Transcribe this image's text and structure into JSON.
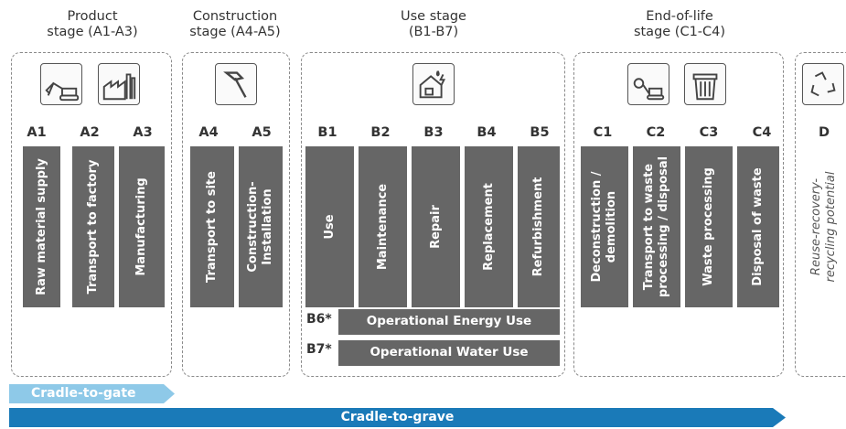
{
  "stages": {
    "product": {
      "title_line1": "Product",
      "title_line2": "stage (A1-A3)"
    },
    "construction": {
      "title_line1": "Construction",
      "title_line2": "stage (A4-A5)"
    },
    "use": {
      "title_line1": "Use stage",
      "title_line2": "(B1-B7)"
    },
    "end_of_life": {
      "title_line1": "End-of-life",
      "title_line2": "stage (C1-C4)"
    }
  },
  "icons": [
    "excavator-icon",
    "factory-icon",
    "hammer-icon",
    "house-icon",
    "digger-icon",
    "trash-bin-icon",
    "recycle-icon"
  ],
  "modules": [
    {
      "code": "A1",
      "label": "Raw material supply"
    },
    {
      "code": "A2",
      "label": "Transport to factory"
    },
    {
      "code": "A3",
      "label": "Manufacturing"
    },
    {
      "code": "A4",
      "label": "Transport to site"
    },
    {
      "code": "A5",
      "label": "Construction-\nInstallation"
    },
    {
      "code": "B1",
      "label": "Use"
    },
    {
      "code": "B2",
      "label": "Maintenance"
    },
    {
      "code": "B3",
      "label": "Repair"
    },
    {
      "code": "B4",
      "label": "Replacement"
    },
    {
      "code": "B5",
      "label": "Refurbishment"
    },
    {
      "code": "C1",
      "label": "Deconstruction /\ndemolition"
    },
    {
      "code": "C2",
      "label": "Transport to waste\nprocessing / disposal"
    },
    {
      "code": "C3",
      "label": "Waste processing"
    },
    {
      "code": "C4",
      "label": "Disposal of waste"
    },
    {
      "code": "D",
      "label": "Reuse-recovery-\nrecycling potential"
    }
  ],
  "operational": {
    "b6_code": "B6*",
    "b6_label": "Operational Energy Use",
    "b7_code": "B7*",
    "b7_label": "Operational Water Use"
  },
  "arrows": {
    "gate": "Cradle-to-gate",
    "grave": "Cradle-to-grave"
  },
  "colors": {
    "module": "#666666",
    "gate_arrow": "#8ec9e8",
    "grave_arrow": "#1a7ab8"
  }
}
